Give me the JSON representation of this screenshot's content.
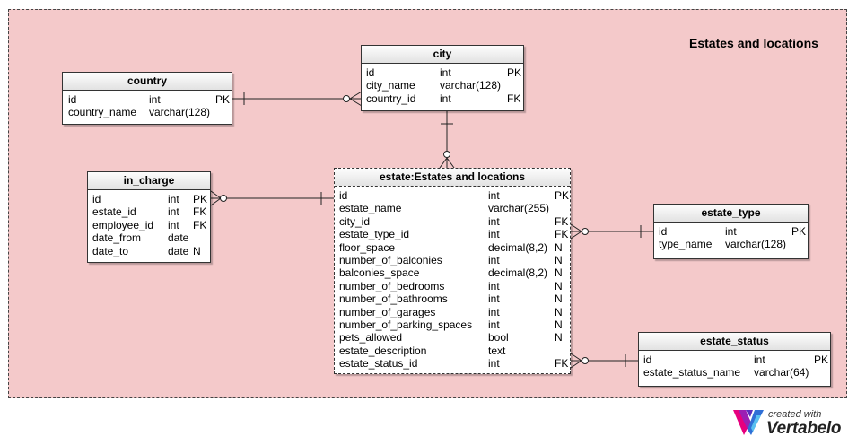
{
  "area": {
    "title": "Estates and locations"
  },
  "tables": {
    "country": {
      "name": "country",
      "columns": [
        {
          "name": "id",
          "type": "int",
          "key": "PK"
        },
        {
          "name": "country_name",
          "type": "varchar(128)",
          "key": ""
        }
      ]
    },
    "city": {
      "name": "city",
      "columns": [
        {
          "name": "id",
          "type": "int",
          "key": "PK"
        },
        {
          "name": "city_name",
          "type": "varchar(128)",
          "key": ""
        },
        {
          "name": "country_id",
          "type": "int",
          "key": "FK"
        }
      ]
    },
    "in_charge": {
      "name": "in_charge",
      "columns": [
        {
          "name": "id",
          "type": "int",
          "key": "PK"
        },
        {
          "name": "estate_id",
          "type": "int",
          "key": "FK"
        },
        {
          "name": "employee_id",
          "type": "int",
          "key": "FK"
        },
        {
          "name": "date_from",
          "type": "date",
          "key": ""
        },
        {
          "name": "date_to",
          "type": "date",
          "key": "N"
        }
      ]
    },
    "estate": {
      "name": "estate:Estates and locations",
      "columns": [
        {
          "name": "id",
          "type": "int",
          "key": "PK"
        },
        {
          "name": "estate_name",
          "type": "varchar(255)",
          "key": ""
        },
        {
          "name": "city_id",
          "type": "int",
          "key": "FK"
        },
        {
          "name": "estate_type_id",
          "type": "int",
          "key": "FK"
        },
        {
          "name": "floor_space",
          "type": "decimal(8,2)",
          "key": "N"
        },
        {
          "name": "number_of_balconies",
          "type": "int",
          "key": "N"
        },
        {
          "name": "balconies_space",
          "type": "decimal(8,2)",
          "key": "N"
        },
        {
          "name": "number_of_bedrooms",
          "type": "int",
          "key": "N"
        },
        {
          "name": "number_of_bathrooms",
          "type": "int",
          "key": "N"
        },
        {
          "name": "number_of_garages",
          "type": "int",
          "key": "N"
        },
        {
          "name": "number_of_parking_spaces",
          "type": "int",
          "key": "N"
        },
        {
          "name": "pets_allowed",
          "type": "bool",
          "key": "N"
        },
        {
          "name": "estate_description",
          "type": "text",
          "key": ""
        },
        {
          "name": "estate_status_id",
          "type": "int",
          "key": "FK"
        }
      ]
    },
    "estate_type": {
      "name": "estate_type",
      "columns": [
        {
          "name": "id",
          "type": "int",
          "key": "PK"
        },
        {
          "name": "type_name",
          "type": "varchar(128)",
          "key": ""
        }
      ]
    },
    "estate_status": {
      "name": "estate_status",
      "columns": [
        {
          "name": "id",
          "type": "int",
          "key": "PK"
        },
        {
          "name": "estate_status_name",
          "type": "varchar(64)",
          "key": ""
        }
      ]
    }
  },
  "logo": {
    "small": "created with",
    "big": "Vertabelo"
  },
  "colors": {
    "area_fill": "#f4c9ca",
    "line": "#222222"
  }
}
